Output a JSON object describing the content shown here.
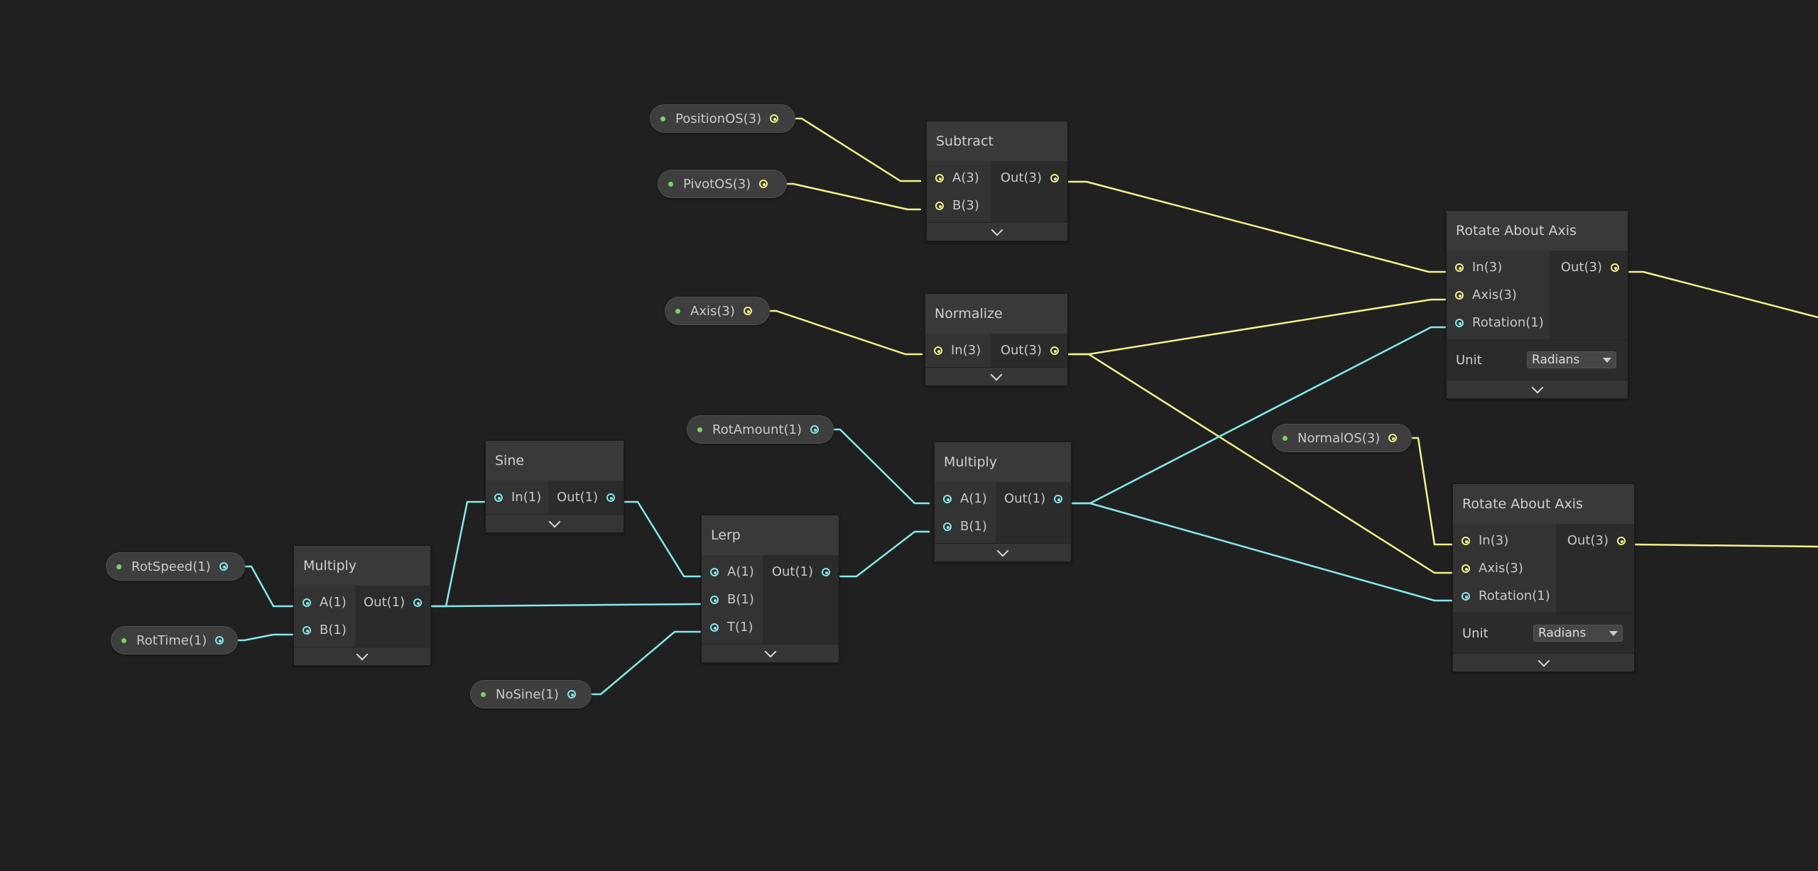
{
  "graph": {
    "properties": {
      "position_os": "PositionOS(3)",
      "pivot_os": "PivotOS(3)",
      "axis": "Axis(3)",
      "rot_amount": "RotAmount(1)",
      "normal_os": "NormalOS(3)",
      "rot_speed": "RotSpeed(1)",
      "rot_time": "RotTime(1)",
      "no_sine": "NoSine(1)"
    },
    "nodes": {
      "subtract": {
        "title": "Subtract",
        "in_a": "A(3)",
        "in_b": "B(3)",
        "out": "Out(3)"
      },
      "normalize": {
        "title": "Normalize",
        "in": "In(3)",
        "out": "Out(3)"
      },
      "sine": {
        "title": "Sine",
        "in": "In(1)",
        "out": "Out(1)"
      },
      "multiply_left": {
        "title": "Multiply",
        "in_a": "A(1)",
        "in_b": "B(1)",
        "out": "Out(1)"
      },
      "lerp": {
        "title": "Lerp",
        "in_a": "A(1)",
        "in_b": "B(1)",
        "in_t": "T(1)",
        "out": "Out(1)"
      },
      "multiply_mid": {
        "title": "Multiply",
        "in_a": "A(1)",
        "in_b": "B(1)",
        "out": "Out(1)"
      },
      "rotate_top": {
        "title": "Rotate About Axis",
        "in": "In(3)",
        "axis": "Axis(3)",
        "rotation": "Rotation(1)",
        "out": "Out(3)",
        "unit_label": "Unit",
        "unit_value": "Radians"
      },
      "rotate_bottom": {
        "title": "Rotate About Axis",
        "in": "In(3)",
        "axis": "Axis(3)",
        "rotation": "Rotation(1)",
        "out": "Out(3)",
        "unit_label": "Unit",
        "unit_value": "Radians"
      }
    }
  },
  "colors": {
    "background": "#202020",
    "vector3_wire": "#f2f28a",
    "vector1_wire": "#86e8ec",
    "property_dot": "#7cd06a"
  }
}
